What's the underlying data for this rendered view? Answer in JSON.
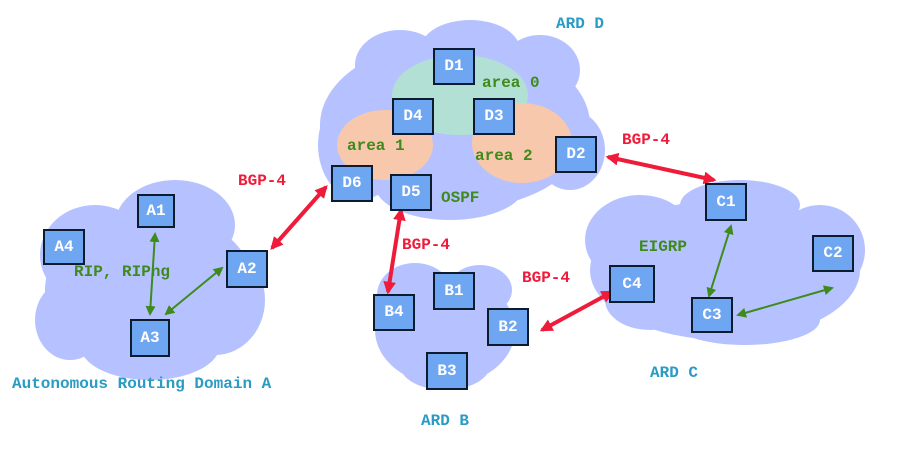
{
  "domains": {
    "a": "Autonomous Routing Domain A",
    "b": "ARD B",
    "c": "ARD C",
    "d": "ARD D"
  },
  "protocols": {
    "rip": "RIP, RIPng",
    "ospf": "OSPF",
    "eigrp": "EIGRP",
    "area0": "area 0",
    "area1": "area 1",
    "area2": "area 2"
  },
  "bgp": {
    "d6_a2": "BGP-4",
    "d2_c1": "BGP-4",
    "d5_b4": "BGP-4",
    "c4_b2": "BGP-4"
  },
  "routers": {
    "a1": "A1",
    "a2": "A2",
    "a3": "A3",
    "a4": "A4",
    "b1": "B1",
    "b2": "B2",
    "b3": "B3",
    "b4": "B4",
    "c1": "C1",
    "c2": "C2",
    "c3": "C3",
    "c4": "C4",
    "d1": "D1",
    "d2": "D2",
    "d3": "D3",
    "d4": "D4",
    "d5": "D5",
    "d6": "D6"
  },
  "colors": {
    "cloud": "#b6c2ff",
    "area0": "#b2e0d4",
    "area_orange": "#f7c8ac",
    "router": "#6fa6f2",
    "bgp": "#ee1c3a",
    "igp": "#3f8a1c",
    "domain_text": "#2a9bc4"
  }
}
